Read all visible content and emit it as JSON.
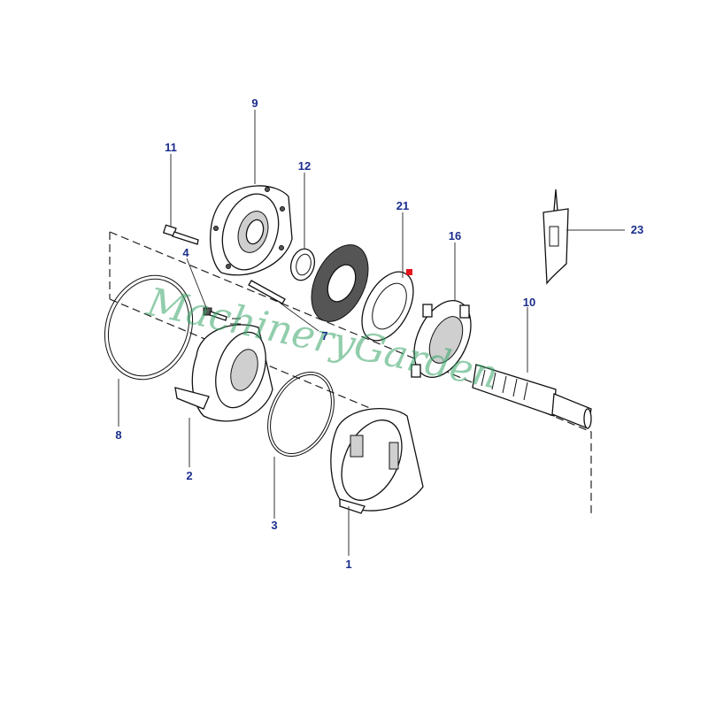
{
  "watermark": "MachineryGarden",
  "colors": {
    "callout": "#1a2d8c",
    "watermark": "#3aa66a",
    "marker": "#e8141e"
  },
  "parts": [
    {
      "id": "1",
      "label": "1"
    },
    {
      "id": "2",
      "label": "2"
    },
    {
      "id": "3",
      "label": "3"
    },
    {
      "id": "4",
      "label": "4"
    },
    {
      "id": "7",
      "label": "7"
    },
    {
      "id": "8",
      "label": "8"
    },
    {
      "id": "9",
      "label": "9"
    },
    {
      "id": "10",
      "label": "10"
    },
    {
      "id": "11",
      "label": "11"
    },
    {
      "id": "12",
      "label": "12"
    },
    {
      "id": "16",
      "label": "16"
    },
    {
      "id": "21",
      "label": "21"
    },
    {
      "id": "23",
      "label": "23"
    }
  ]
}
